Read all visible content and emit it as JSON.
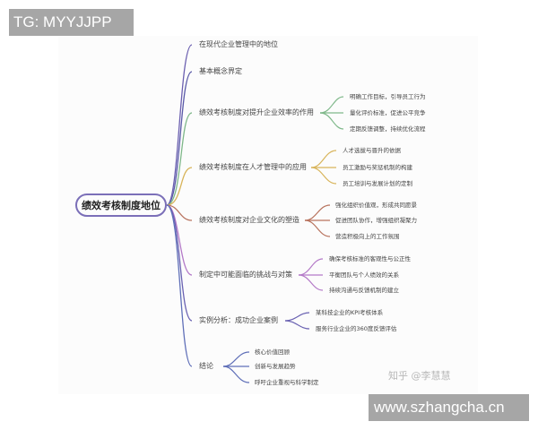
{
  "overlay": {
    "top_label": "TG: MYYJJPP",
    "bottom_label": "www.szhangcha.cn",
    "watermark": "知乎 @李慧慧"
  },
  "mindmap": {
    "root": "绩效考核制度地位",
    "branches": [
      {
        "label": "在现代企业管理中的地位",
        "color": "#6b5fb0",
        "children": []
      },
      {
        "label": "基本概念界定",
        "color": "#5a5aa8",
        "children": []
      },
      {
        "label": "绩效考核制度对提升企业效率的作用",
        "color": "#7fb88a",
        "children": [
          "明确工作目标，引导员工行为",
          "量化评价标准，促进公平竞争",
          "定期反馈调整，持续优化流程"
        ]
      },
      {
        "label": "绩效考核制度在人才管理中的应用",
        "color": "#d8b45a",
        "children": [
          "人才选拔与晋升的依据",
          "员工激励与奖惩机制的构建",
          "员工培训与发展计划的定制"
        ]
      },
      {
        "label": "绩效考核制度对企业文化的塑造",
        "color": "#b8735e",
        "children": [
          "强化组织价值观，形成共同愿景",
          "促进团队协作，增强组织凝聚力",
          "营造积极向上的工作氛围"
        ]
      },
      {
        "label": "制定中可能面临的挑战与对策",
        "color": "#b47ac8",
        "children": [
          "确保考核标准的客观性与公正性",
          "平衡团队与个人绩效的关系",
          "持续沟通与反馈机制的建立"
        ]
      },
      {
        "label": "实例分析：成功企业案例",
        "color": "#6a62b2",
        "children": [
          "某科技企业的KPI考核体系",
          "服务行业企业的360度反馈评估"
        ]
      },
      {
        "label": "结论",
        "color": "#5f6fb8",
        "children": [
          "核心价值回顾",
          "创新与发展趋势",
          "呼吁企业重视与科学制定"
        ]
      }
    ]
  }
}
